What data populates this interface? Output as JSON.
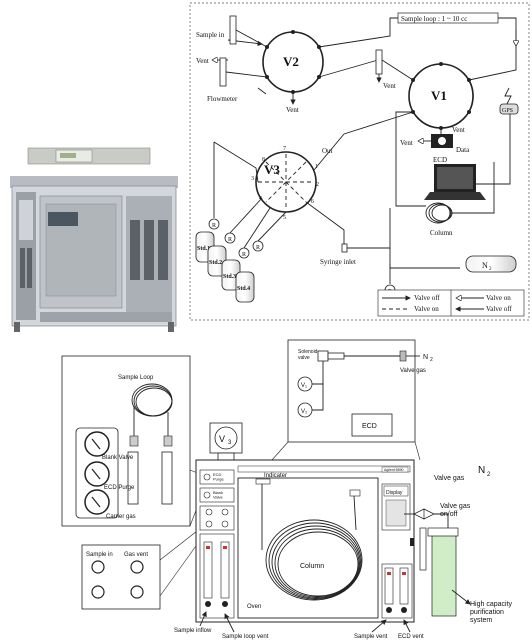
{
  "colors": {
    "column_green": "#cfeec8",
    "gps_fill": "#dddddd",
    "photo_frame": "#c8ccd2",
    "photo_panel": "#8e9399",
    "photo_screen": "#4a5660"
  },
  "schematic": {
    "sample_in": "Sample in",
    "vent": "Vent",
    "flowmeter": "Flowmeter",
    "v2": "V2",
    "v1": "V1",
    "v3": "V3",
    "sample_loop": "Sample loop : 1 ~ 10 cc",
    "ecd": "ECD",
    "data": "Data",
    "gps": "GPS",
    "out": "Out",
    "column": "Column",
    "syringe_inlet": "Syringe inlet",
    "std1": "Std.1",
    "std2": "Std.2",
    "std3": "Std.3",
    "std4": "Std.4",
    "n2": "N",
    "n2_sub": "2",
    "r": "R",
    "ports": [
      "1",
      "2",
      "3",
      "4",
      "5",
      "6",
      "7",
      "8"
    ],
    "legend": {
      "valve_off_solid": "Valve off",
      "valve_on_dashed": "Valve on",
      "valve_on_open": "Valve on",
      "valve_off_filled": "Valve off"
    }
  },
  "bottom": {
    "solenoid_valve": "Solenoid\nvalve",
    "valve_gas": "Valve gas",
    "n2": "N",
    "n2_sub": "2",
    "v1": "V₁",
    "v2": "V₂",
    "ecd": "ECD",
    "v3": "V",
    "v3_sub": "3",
    "sample_loop": "Sample Loop",
    "blank_valve": "Blank Valve",
    "ecd_purge": "ECD Purge",
    "carrier_gas": "Carrier gas",
    "sample_in": "Sample in",
    "gas_vent": "Gas vent",
    "indicator": "Indicater",
    "agilent": "Agilent 6890",
    "ecd_purge_small": "ECD\nPurge",
    "blank_valve_small": "Blank\nValve",
    "display": "Display",
    "column": "Column",
    "oven": "Oven",
    "valve_gas_right": "Valve gas",
    "valve_gas_onoff": "Valve gas\non/off",
    "hcps": "High capacity\npurification\nsystem",
    "sample_inflow": "Sample inflow",
    "sample_loop_vent": "Sample loop vent",
    "sample_vent": "Sample  vent",
    "ecd_vent": "ECD  vent"
  }
}
